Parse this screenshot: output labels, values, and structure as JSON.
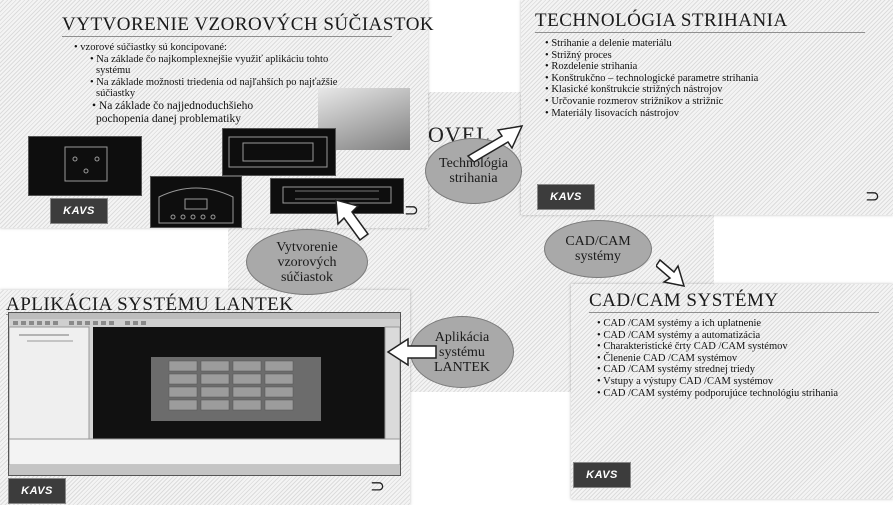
{
  "center": {
    "title": "OVEL",
    "nodes": {
      "technologia": "Technológia\nstrihania",
      "vytvorenie": "Vytvorenie\nvzorových\nsúčiastok",
      "cadcam": "CAD/CAM\nsystémy",
      "aplikacia": "Aplikácia\nsystému\nLANTEK"
    }
  },
  "slides": {
    "vzorove": {
      "title": "VYTVORENIE VZOROVÝCH SÚČIASTOK",
      "lines": [
        "• vzorové súčiastky sú koncipované:",
        "• Na základe čo najkomplexnejšie využiť aplikáciu tohto",
        "systému",
        "• Na základe možnosti triedenia od najľahších po najťažšie",
        "súčiastky",
        "• Na základe čo najjednoduchšieho",
        "pochopenia danej problematiky"
      ]
    },
    "technologia": {
      "title": "TECHNOLÓGIA STRIHANIA",
      "bullets": [
        "Strihanie a delenie materiálu",
        "Strižný proces",
        "Rozdelenie strihania",
        "Konštrukčno – technologické parametre strihania",
        "Klasické konštrukcie strižných nástrojov",
        "Určovanie rozmerov strižníkov a strižníc",
        "Materiály lisovacích nástrojov"
      ]
    },
    "lantek": {
      "title": "APLIKÁCIA SYSTÉMU LANTEK"
    },
    "cadcam": {
      "title": "CAD/CAM SYSTÉMY",
      "bullets": [
        "CAD /CAM systémy a ich uplatnenie",
        "CAD /CAM systémy a automatizácia",
        "Charakteristické črty CAD /CAM  systémov",
        "Členenie CAD /CAM  systémov",
        "CAD /CAM systémy strednej triedy",
        "Vstupy a výstupy CAD /CAM  systémov",
        "CAD /CAM systémy podporujúce technológiu strihania"
      ]
    }
  },
  "logo_text": "KAVS",
  "nav_glyph": "⊃",
  "colors": {
    "ellipse_fill": "#a9a9a9",
    "logo_bg": "#3c3c3c",
    "drawing_bg": "#0e0e0e"
  }
}
